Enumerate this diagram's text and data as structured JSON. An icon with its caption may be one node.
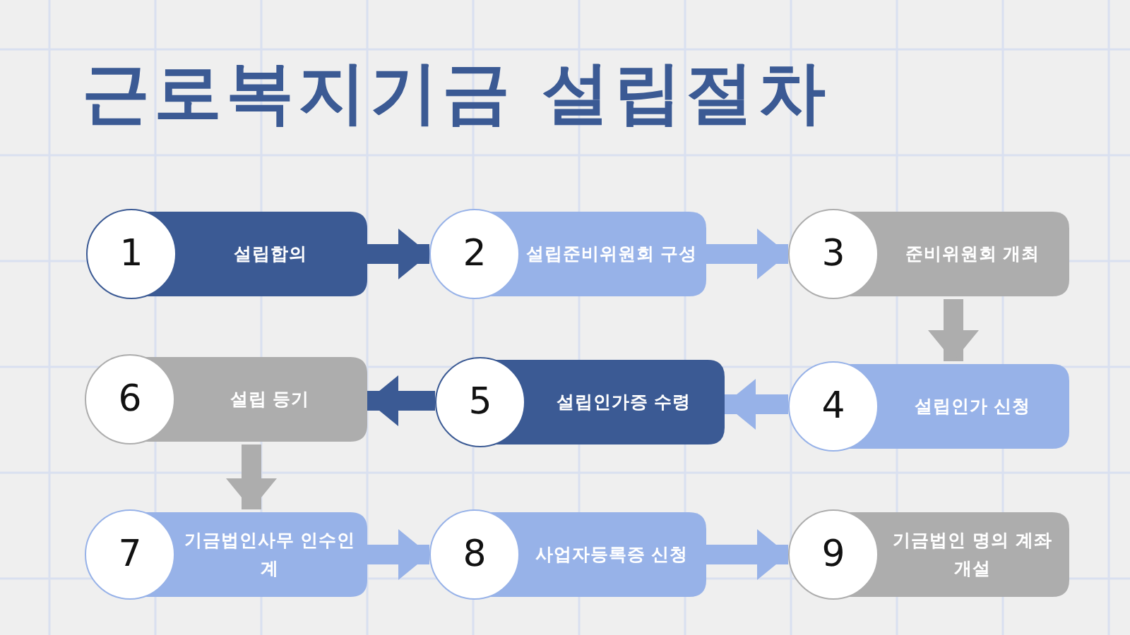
{
  "diagram": {
    "title": "근로복지기금 설립절차",
    "nodes": [
      {
        "text": [
          "1",
          "설립합의"
        ]
      },
      {
        "text": [
          "2",
          "설립준비위원회 구성"
        ]
      },
      {
        "text": [
          "3",
          "준비위원회 개최"
        ]
      },
      {
        "text": [
          "4",
          "설립인가 신청"
        ]
      },
      {
        "text": [
          "5",
          "설립인가증 수령"
        ]
      },
      {
        "text": [
          "6",
          "설립 등기"
        ]
      },
      {
        "text": [
          "7",
          "기금법인사무 인수인계"
        ]
      },
      {
        "text": [
          "8",
          "사업자등록증 신청"
        ]
      },
      {
        "text": [
          "9",
          "기금법인 명의 계좌 개설"
        ]
      }
    ],
    "edges": [
      {
        "from": 0,
        "to": 1,
        "arrow": "to",
        "color": "#3b5a94"
      },
      {
        "from": 1,
        "to": 2,
        "arrow": "to"
      },
      {
        "from": 2,
        "to": 3,
        "arrow": "to",
        "color": "#adadad"
      },
      {
        "from": 3,
        "to": 4,
        "arrow": "to"
      },
      {
        "from": 4,
        "to": 5,
        "arrow": "to",
        "color": "#3b5a94"
      },
      {
        "from": 5,
        "to": 6,
        "arrow": "to",
        "color": "#adadad"
      },
      {
        "from": 6,
        "to": 7,
        "arrow": "to"
      },
      {
        "from": 7,
        "to": 8,
        "arrow": "to"
      }
    ]
  }
}
